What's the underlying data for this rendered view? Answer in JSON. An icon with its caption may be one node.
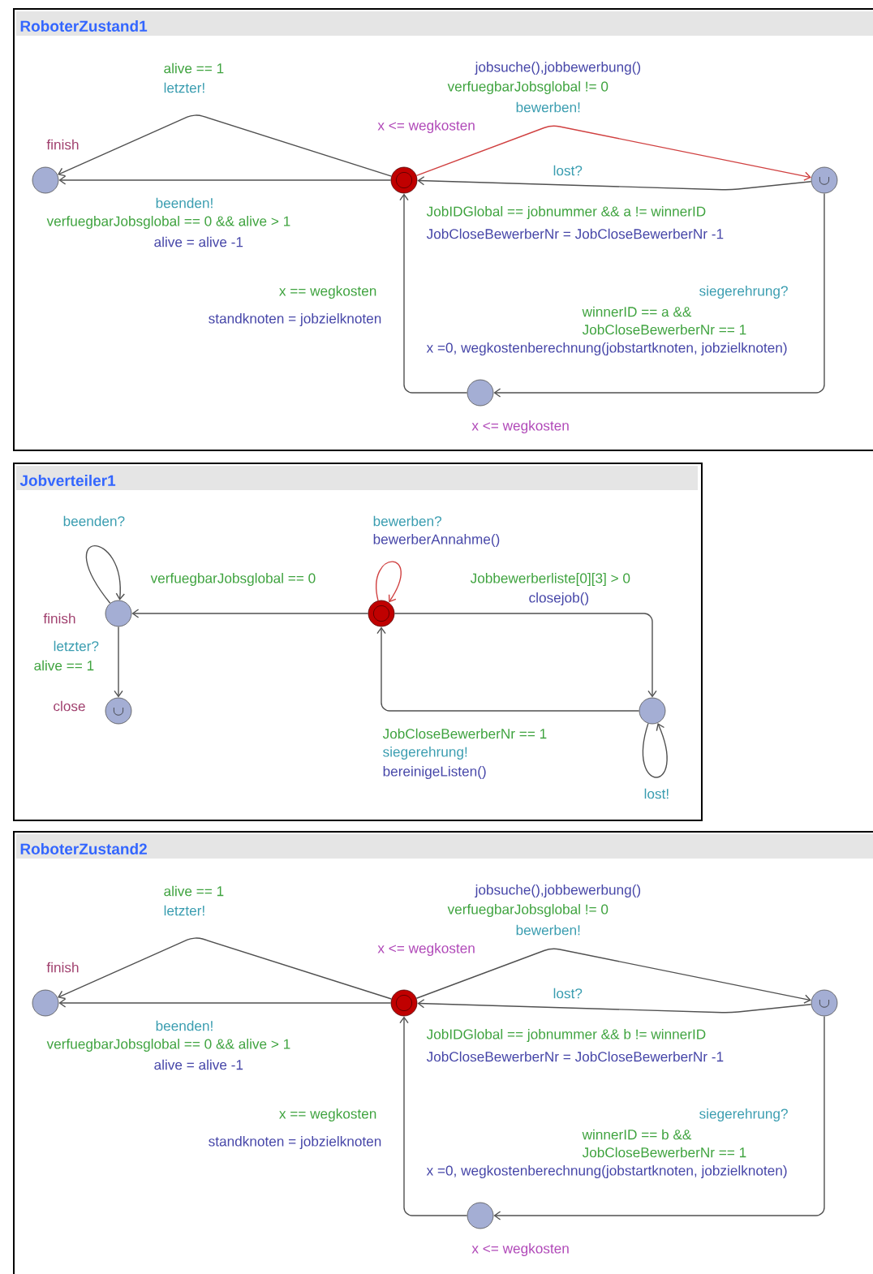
{
  "diagram": {
    "nodes": [
      {
        "text": [
          "RoboterZustand1"
        ]
      },
      {
        "text": [
          "finish"
        ],
        "in": 0
      },
      {
        "text": [],
        "shape": "circle",
        "in": 0,
        "beside": [
          "x <= wegkosten"
        ]
      },
      {
        "text": [],
        "shape": "circle",
        "in": 0
      },
      {
        "text": [],
        "shape": "circle",
        "in": 0,
        "beside": [
          "x <= wegkosten"
        ]
      },
      {
        "text": [
          "Jobverteiler1"
        ]
      },
      {
        "text": [
          "finish"
        ],
        "in": 5
      },
      {
        "text": [],
        "shape": "circle",
        "in": 5
      },
      {
        "text": [
          "close"
        ],
        "in": 5
      },
      {
        "text": [],
        "shape": "circle",
        "in": 5
      },
      {
        "text": [
          "RoboterZustand2"
        ]
      },
      {
        "text": [
          "finish"
        ],
        "in": 10
      },
      {
        "text": [],
        "shape": "circle",
        "in": 10,
        "beside": [
          "x <= wegkosten"
        ]
      },
      {
        "text": [],
        "shape": "circle",
        "in": 10
      },
      {
        "text": [],
        "shape": "circle",
        "in": 10,
        "beside": [
          "x <= wegkosten"
        ]
      }
    ],
    "edges": [
      {
        "from": 2,
        "to": 1,
        "arrow": "to"
      },
      {
        "from": 2,
        "to": 1,
        "arrow": "to"
      },
      {
        "from": 2,
        "to": 3,
        "arrow": "to",
        "color": "#d04040"
      },
      {
        "from": 3,
        "to": 2,
        "arrow": "to"
      },
      {
        "from": 3,
        "to": 4,
        "arrow": "to"
      },
      {
        "from": 4,
        "to": 2,
        "arrow": "to"
      },
      {
        "from": 6,
        "to": 6,
        "arrow": "to"
      },
      {
        "from": 7,
        "to": 7,
        "arrow": "to",
        "color": "#d04040"
      },
      {
        "from": 7,
        "to": 6,
        "arrow": "to"
      },
      {
        "from": 7,
        "to": 9,
        "arrow": "to"
      },
      {
        "from": 9,
        "to": 7,
        "arrow": "to"
      },
      {
        "from": 9,
        "to": 9,
        "arrow": "to"
      },
      {
        "from": 6,
        "to": 8,
        "arrow": "to"
      },
      {
        "from": 12,
        "to": 11,
        "arrow": "to"
      },
      {
        "from": 12,
        "to": 11,
        "arrow": "to"
      },
      {
        "from": 12,
        "to": 13,
        "arrow": "to"
      },
      {
        "from": 13,
        "to": 12,
        "arrow": "to"
      },
      {
        "from": 13,
        "to": 14,
        "arrow": "to"
      },
      {
        "from": 14,
        "to": 12,
        "arrow": "to"
      }
    ],
    "labels": [
      "alive == 1",
      "letzter!",
      "jobsuche(),jobbewerbung()",
      "verfuegbarJobsglobal != 0",
      "bewerben!",
      "lost?",
      "beenden!",
      "verfuegbarJobsglobal == 0 && alive > 1",
      "alive = alive -1",
      "JobIDGlobal == jobnummer && a != winnerID",
      "JobCloseBewerberNr = JobCloseBewerberNr -1",
      "x == wegkosten",
      "standknoten = jobzielknoten",
      "siegerehrung?",
      "winnerID == a &&",
      "JobCloseBewerberNr == 1",
      "x =0, wegkostenberechnung(jobstartknoten, jobzielknoten)",
      "beenden?",
      "bewerben?",
      "bewerberAnnahme()",
      "verfuegbarJobsglobal == 0",
      "Jobbewerberliste[0][3] > 0",
      "closejob()",
      "letzter?",
      "alive == 1",
      "JobCloseBewerberNr == 1",
      "siegerehrung!",
      "bereinigeListen()",
      "lost!",
      "alive == 1",
      "letzter!",
      "jobsuche(),jobbewerbung()",
      "verfuegbarJobsglobal != 0",
      "bewerben!",
      "lost?",
      "beenden!",
      "verfuegbarJobsglobal == 0 && alive > 1",
      "alive = alive -1",
      "JobIDGlobal == jobnummer && b != winnerID",
      "JobCloseBewerberNr = JobCloseBewerberNr -1",
      "x == wegkosten",
      "standknoten = jobzielknoten",
      "siegerehrung?",
      "winnerID == b &&",
      "JobCloseBewerberNr == 1",
      "x =0, wegkostenberechnung(jobstartknoten, jobzielknoten)"
    ]
  }
}
